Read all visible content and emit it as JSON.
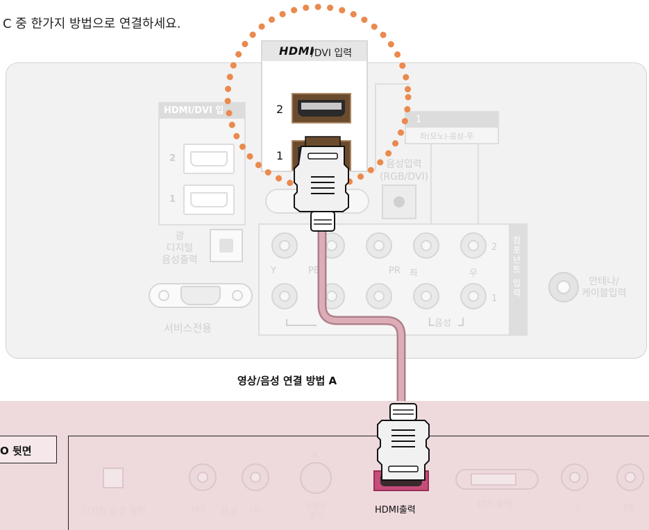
{
  "instruction": "C 중 한가지 방법으로 연결하세요.",
  "tv_panel": {
    "hdmi_header_logo": "HDMI",
    "hdmi_header_text": "/DVI 입력",
    "hdmi_faded_header": "HDMI/DVI 입",
    "port_2": "2",
    "port_1": "1",
    "optical_label": "광\n디지털\n음성출력",
    "service_label": "서비스전용",
    "pc_audio_label": "좌(모노)-음성-우",
    "pc_audio_num": "1",
    "audio_input_label": "음성입력\n(RGB/DVI)",
    "component_y": "Y",
    "component_pb": "PB",
    "component_pr": "PR",
    "component_left": "좌",
    "component_right": "우",
    "component_audio": "음성",
    "component_row2": "2",
    "component_row1": "1",
    "component_vertical": "컴포넌트 입력",
    "antenna_label": "안테나/\n케이블입력"
  },
  "caption": "영상/음성 연결 방법 A",
  "device_panel": {
    "title": "O 뒷면",
    "digital_audio": "디지털 음성 출력",
    "audio_right": "(우)",
    "audio_label": "음성",
    "audio_left": "(좌)",
    "s_video": "S영상\n출력",
    "hdmi_out": "HDMI출력",
    "dvi_out": "DVI 출력",
    "y": "Y",
    "pb": "PB"
  },
  "colors": {
    "dotted_circle": "#ea8a4e",
    "cable": "#d7a2ad",
    "device_bg": "#eed9dc",
    "hdmi_port_outline": "#c64d79",
    "faded": "#cfcfcf"
  }
}
